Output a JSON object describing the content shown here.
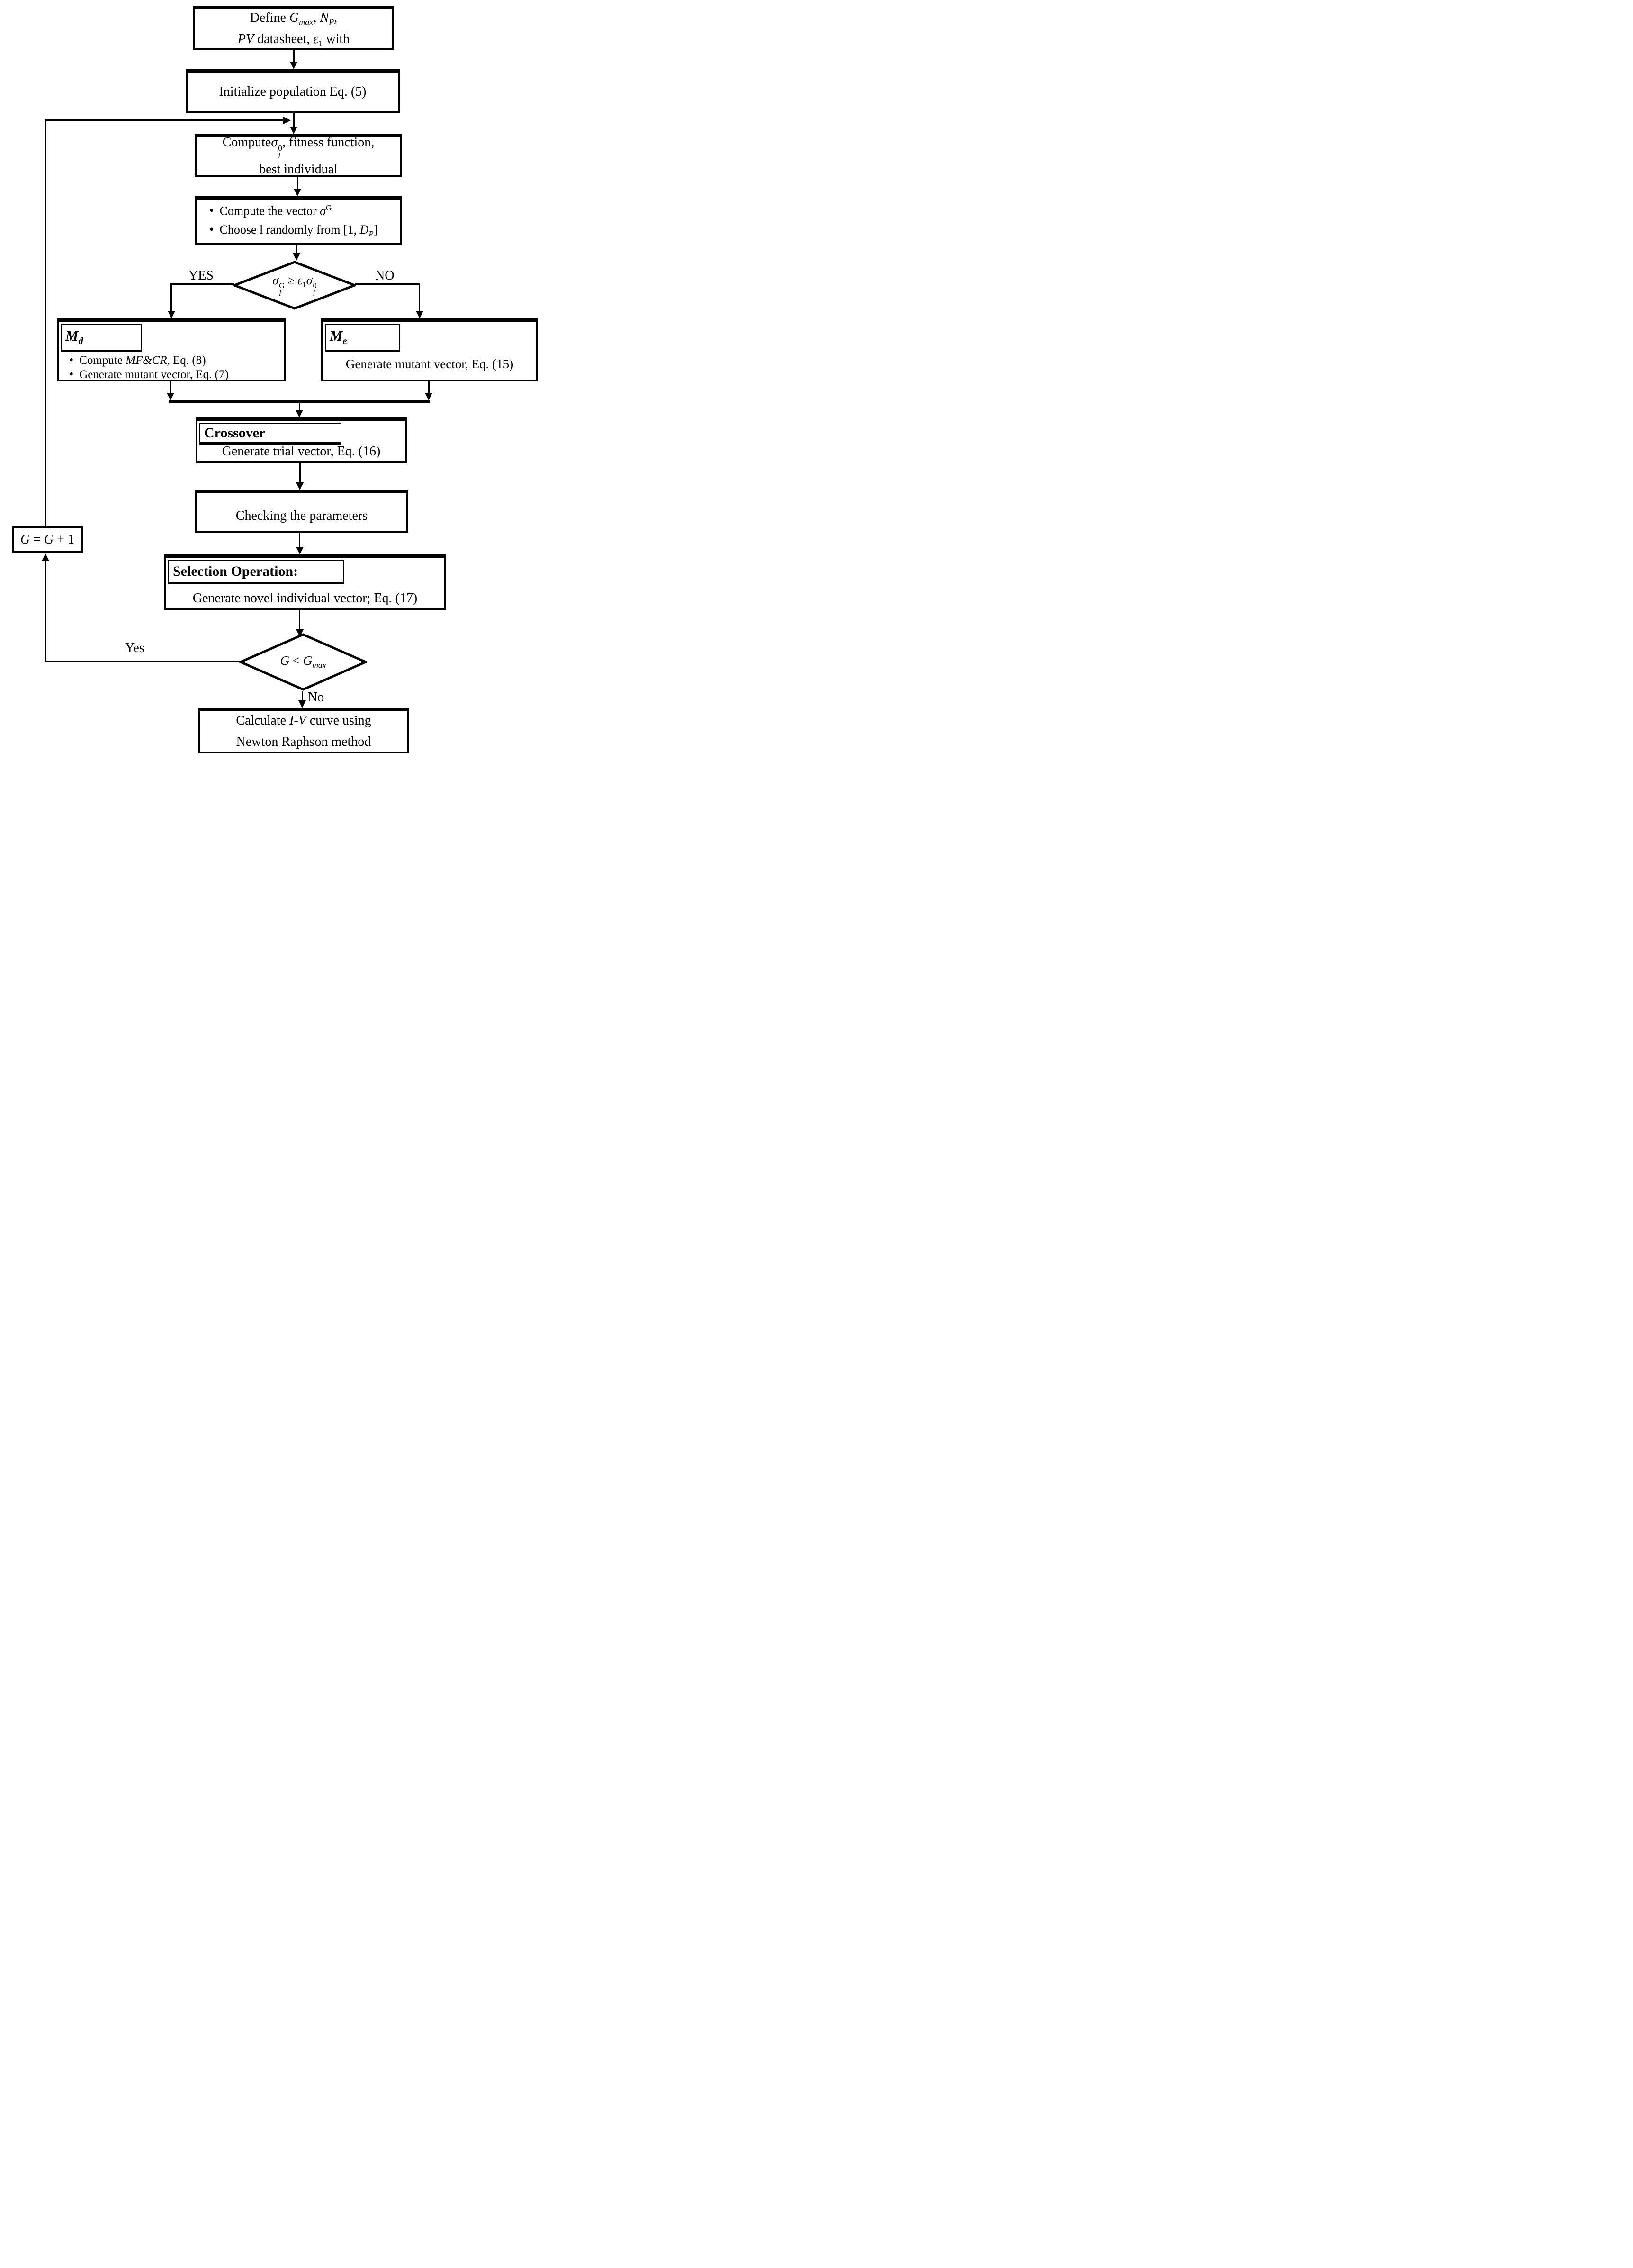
{
  "colors": {
    "line": "#000000",
    "background": "#ffffff"
  },
  "bullet": "•",
  "diagram": {
    "define": {
      "l1": [
        "Define ",
        "G",
        "max",
        ",  ",
        "N",
        "P",
        ","
      ],
      "l2": [
        "PV",
        " datasheet,  ",
        "ε",
        "1",
        "  with"
      ]
    },
    "init": {
      "text": "Initialize population Eq. (5)"
    },
    "compute": {
      "l1a": "Compute",
      "sigma": "σ",
      "sup": "0",
      "sub": "l",
      "l1b": ", fitness function,",
      "l2": "best individual"
    },
    "steps": {
      "b1": [
        "Compute the vector  ",
        "σ",
        "G"
      ],
      "b2": [
        "Choose l randomly from  [1, ",
        "D",
        "P",
        "]"
      ]
    },
    "decision1": {
      "s1": "σ",
      "s1sup": "G",
      "s1sub": "l",
      "op": " ≥ ",
      "eps": "ε",
      "eps_sub": "1",
      "s2": "σ",
      "s2sup": "0",
      "s2sub": "l",
      "yes": "YES",
      "no": "NO"
    },
    "md": {
      "title": "M",
      "title_sub": "d",
      "b1": [
        "Compute  ",
        "MF&CR",
        ", Eq. (8)"
      ],
      "b2": "Generate mutant vector, Eq. (7)"
    },
    "me": {
      "title": "M",
      "title_sub": "e",
      "text": "Generate mutant vector, Eq. (15)"
    },
    "crossover": {
      "title": "Crossover",
      "text": "Generate trial vector, Eq. (16)"
    },
    "checking": {
      "text": "Checking the parameters"
    },
    "selection": {
      "title": "Selection Operation:",
      "text": "Generate novel individual vector; Eq. (17)"
    },
    "gbox": {
      "pieces": [
        "G",
        " = ",
        "G",
        " + 1"
      ]
    },
    "decision2": {
      "pieces": [
        "G",
        " < ",
        "G",
        "max"
      ],
      "yes": "Yes",
      "no": "No"
    },
    "final": {
      "l1": [
        "Calculate ",
        "I-V",
        " curve using"
      ],
      "l2": "Newton Raphson method"
    }
  }
}
